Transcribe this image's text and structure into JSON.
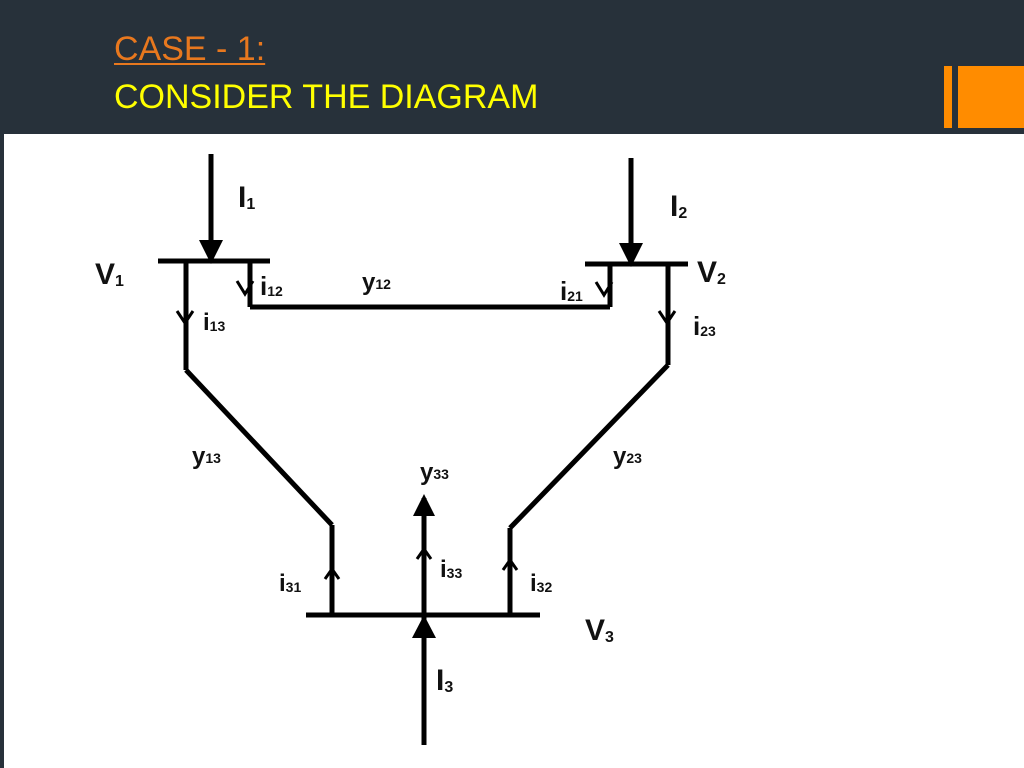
{
  "slide": {
    "title_line1": "CASE - 1:",
    "title_line2": "CONSIDER THE DIAGRAM"
  },
  "colors": {
    "header_bg": "#27313a",
    "title_accent": "#e8781e",
    "title_text": "#ffff00",
    "deco_bar": "#ff8c00",
    "diagram_line": "#000000"
  },
  "diagram": {
    "labels": {
      "I1": {
        "main": "I",
        "sub": "1"
      },
      "I2": {
        "main": "I",
        "sub": "2"
      },
      "I3": {
        "main": "I",
        "sub": "3"
      },
      "V1": {
        "main": "V",
        "sub": "1"
      },
      "V2": {
        "main": "V",
        "sub": "2"
      },
      "V3": {
        "main": "V",
        "sub": "3"
      },
      "i12": {
        "main": "i",
        "sub": "12"
      },
      "i21": {
        "main": "i",
        "sub": "21"
      },
      "i13": {
        "main": "i",
        "sub": "13"
      },
      "i23": {
        "main": "i",
        "sub": "23"
      },
      "i31": {
        "main": "i",
        "sub": "31"
      },
      "i32": {
        "main": "i",
        "sub": "32"
      },
      "i33": {
        "main": "i",
        "sub": "33"
      },
      "y12": {
        "main": "y",
        "sub": "12"
      },
      "y13": {
        "main": "y",
        "sub": "13"
      },
      "y23": {
        "main": "y",
        "sub": "23"
      },
      "y33": {
        "main": "y",
        "sub": "33"
      }
    }
  }
}
